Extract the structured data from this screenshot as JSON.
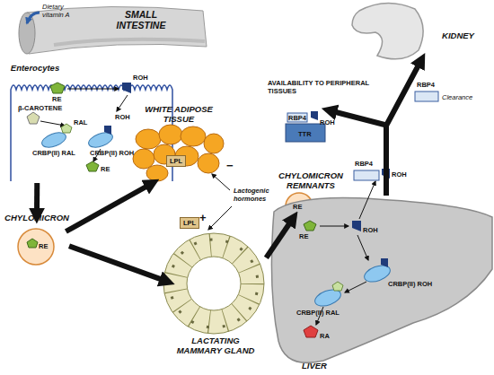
{
  "diagram": {
    "nodes": [
      {
        "text": [
          "SMALL INTESTINE"
        ]
      },
      {
        "text": [
          "Enterocytes"
        ]
      },
      {
        "text": [
          "CHYLOMICRON",
          "RE"
        ]
      },
      {
        "text": [
          "WHITE ADIPOSE TISSUE",
          "LPL"
        ]
      },
      {
        "text": [
          "LPL",
          "LACTATING MAMMARY GLAND"
        ]
      },
      {
        "text": [
          "CHYLOMICRON REMNANTS",
          "RE"
        ]
      },
      {
        "text": [
          "LIVER"
        ]
      },
      {
        "text": [
          "KIDNEY"
        ]
      }
    ],
    "edges": [
      {
        "from": 1,
        "to": 2,
        "arrow": "to"
      },
      {
        "from": 2,
        "to": 4,
        "arrow": "to"
      },
      {
        "from": 2,
        "to": 3,
        "arrow": "to"
      },
      {
        "from": 4,
        "to": 5,
        "arrow": "to"
      },
      {
        "from": 6,
        "to": 7,
        "arrow": "to"
      }
    ],
    "labels": [
      "Dietary vitamin A",
      "RE",
      "ROH",
      "β-CAROTENE",
      "RAL",
      "ROH",
      "CRBP(II) ROH",
      "CRBP(II) RAL",
      "RE",
      "−",
      "Lactogenic hormones",
      "+",
      "RE",
      "ROH",
      "CRBP(II) ROH",
      "CRBP(II) RAL",
      "RA",
      "RBP4",
      "ROH",
      "AVAILABILITY TO PERIPHERAL TISSUES",
      "RBP4",
      "ROH",
      "TTR",
      "RBP4",
      "Clearance"
    ]
  }
}
